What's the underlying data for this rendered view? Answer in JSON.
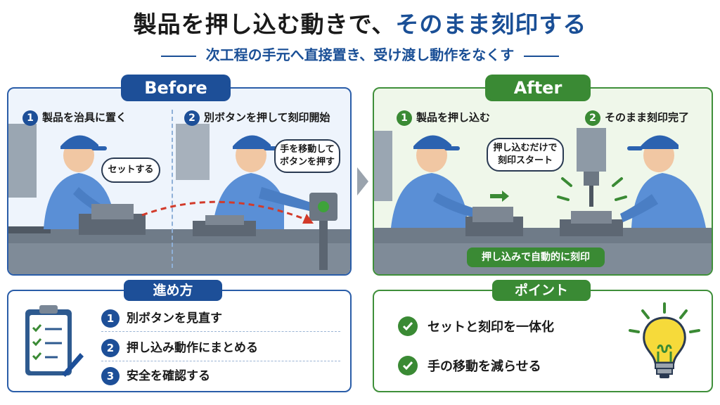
{
  "header": {
    "title_part1": "製品を押し込む動きで、",
    "title_part2": "そのまま刻印する",
    "subtitle": "次工程の手元へ直接置き、受け渡し動作をなくす"
  },
  "before": {
    "tag": "Before",
    "step1": {
      "num": "1",
      "label": "製品を治具に置く"
    },
    "step2": {
      "num": "2",
      "label": "別ボタンを押して刻印開始"
    },
    "bubble1": "セットする",
    "bubble2_line1": "手を移動して",
    "bubble2_line2": "ボタンを押す"
  },
  "after": {
    "tag": "After",
    "step1": {
      "num": "1",
      "label": "製品を押し込む"
    },
    "step2": {
      "num": "2",
      "label": "そのまま刻印完了"
    },
    "bubble_line1": "押し込むだけで",
    "bubble_line2": "刻印スタート",
    "auto_label": "押し込みで自動的に刻印"
  },
  "method": {
    "tag": "進め方",
    "items": [
      {
        "num": "1",
        "label": "別ボタンを見直す"
      },
      {
        "num": "2",
        "label": "押し込み動作にまとめる"
      },
      {
        "num": "3",
        "label": "安全を確認する"
      }
    ]
  },
  "points": {
    "tag": "ポイント",
    "items": [
      {
        "label": "セットと刻印を一体化"
      },
      {
        "label": "手の移動を減らせる"
      }
    ]
  },
  "colors": {
    "blue": "#1d4f98",
    "green": "#3a8a34",
    "arrow_red": "#d23a2a"
  },
  "icons": [
    "clipboard-icon",
    "check-icon",
    "lightbulb-icon",
    "arrow-right-icon",
    "worker-icon",
    "stamping-machine-icon",
    "button-box-icon"
  ]
}
